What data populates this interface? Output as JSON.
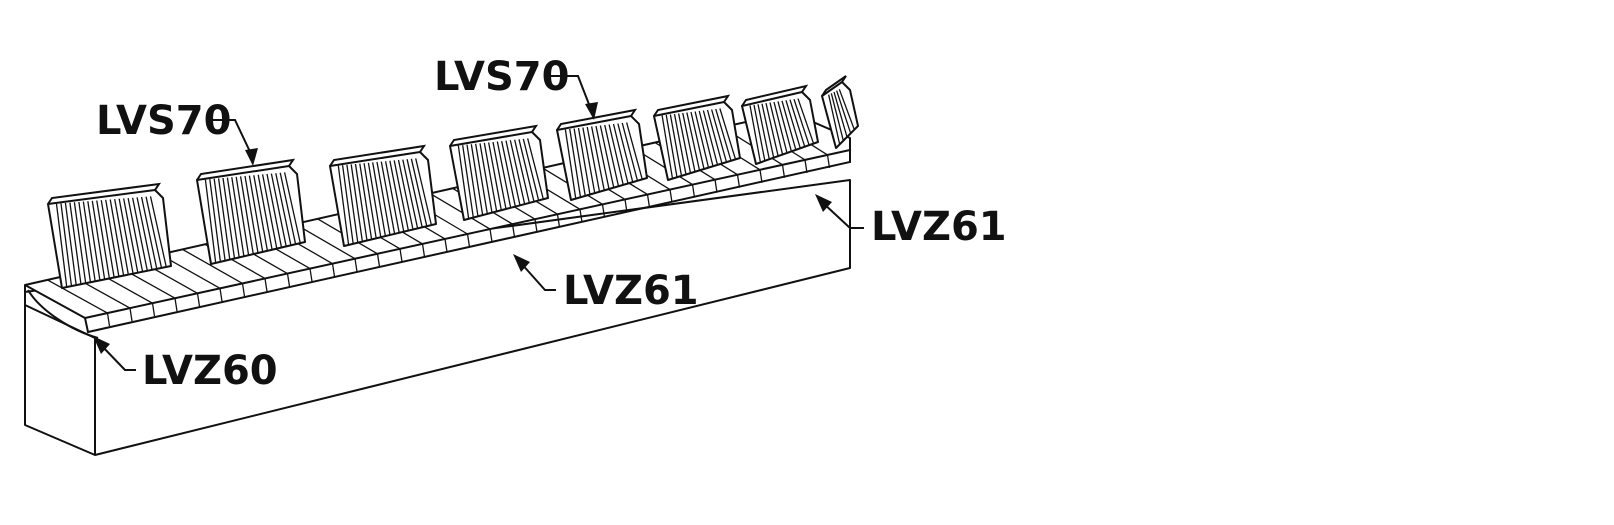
{
  "labels": {
    "backrest_left": "LVS70",
    "backrest_middle": "LVS70",
    "seat_middle": "LVZ61",
    "seat_right": "LVZ61",
    "end_seat": "LVZ60"
  }
}
